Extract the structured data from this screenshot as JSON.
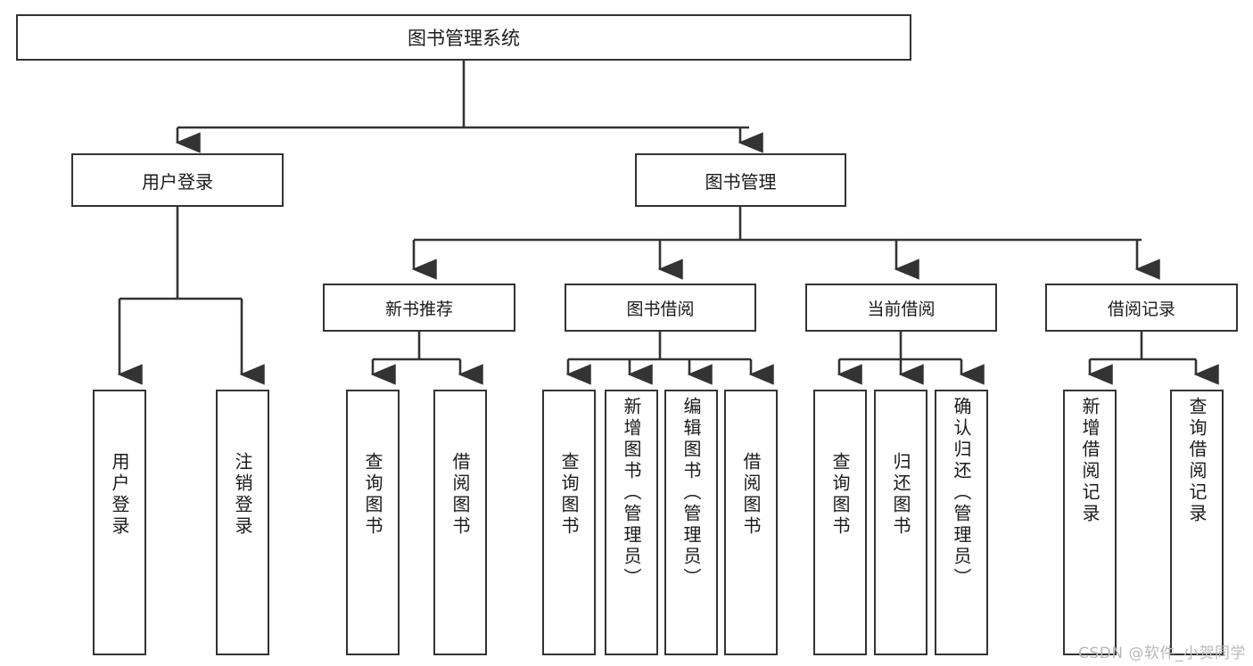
{
  "diagram": {
    "title": "图书管理系统",
    "root": {
      "label": "图书管理系统"
    },
    "level2": [
      {
        "label": "用户登录"
      },
      {
        "label": "图书管理"
      }
    ],
    "level3": [
      {
        "label": "新书推荐"
      },
      {
        "label": "图书借阅"
      },
      {
        "label": "当前借阅"
      },
      {
        "label": "借阅记录"
      }
    ],
    "leaves": [
      {
        "label": "用户登录",
        "parent": "用户登录"
      },
      {
        "label": "注销登录",
        "parent": "用户登录"
      },
      {
        "label": "查询图书",
        "parent": "新书推荐"
      },
      {
        "label": "借阅图书",
        "parent": "新书推荐"
      },
      {
        "label": "查询图书",
        "parent": "图书借阅"
      },
      {
        "label": "新增图书（管理员）",
        "parent": "图书借阅"
      },
      {
        "label": "编辑图书（管理员）",
        "parent": "图书借阅"
      },
      {
        "label": "借阅图书",
        "parent": "图书借阅"
      },
      {
        "label": "查询图书",
        "parent": "当前借阅"
      },
      {
        "label": "归还图书",
        "parent": "当前借阅"
      },
      {
        "label": "确认归还（管理员）",
        "parent": "当前借阅"
      },
      {
        "label": "新增借阅记录",
        "parent": "借阅记录"
      },
      {
        "label": "查询借阅记录",
        "parent": "借阅记录"
      }
    ]
  },
  "watermark": "CSDN @软件_小贺同学",
  "colors": {
    "stroke": "#333333",
    "text": "#1a1a1a",
    "background": "#ffffff",
    "watermark": "#b8b8b8"
  }
}
